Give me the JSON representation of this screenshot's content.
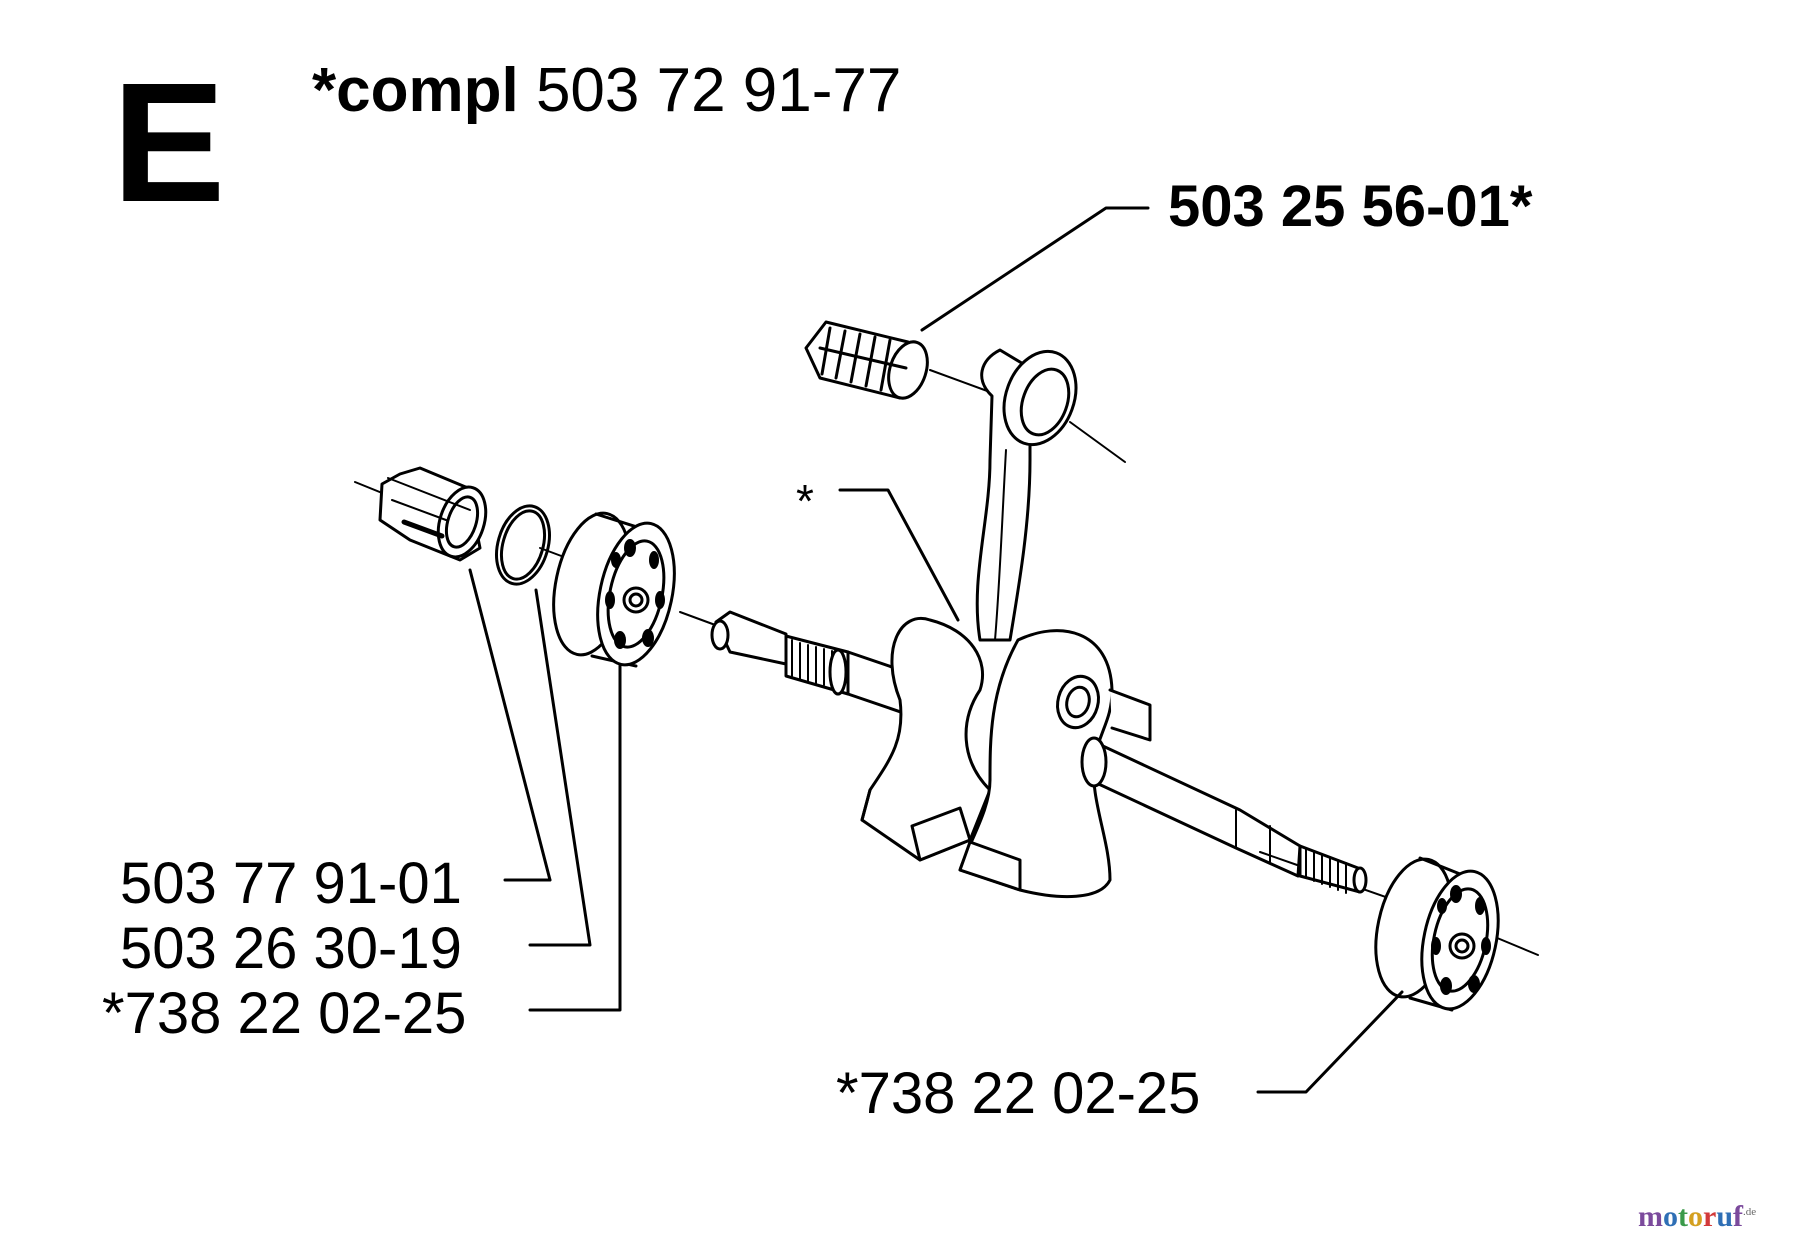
{
  "section_letter": "E",
  "compl": {
    "prefix": "*compl",
    "number": "503 72 91-77"
  },
  "parts": {
    "needle_bearing": "503 25 56-01*",
    "crank_marker": "*",
    "sleeve": "503 77 91-01",
    "o_ring": "503 26 30-19",
    "bearing_left": "*738 22 02-25",
    "bearing_right": "*738 22 02-25"
  },
  "watermark": {
    "letters": [
      "m",
      "o",
      "t",
      "o",
      "r",
      "u",
      "f"
    ],
    "suffix": ".de",
    "colors": [
      "#7b4a9c",
      "#2f6fb5",
      "#3a9a4a",
      "#d4a020",
      "#d23a3a",
      "#2f6fb5",
      "#7b4a9c"
    ]
  }
}
